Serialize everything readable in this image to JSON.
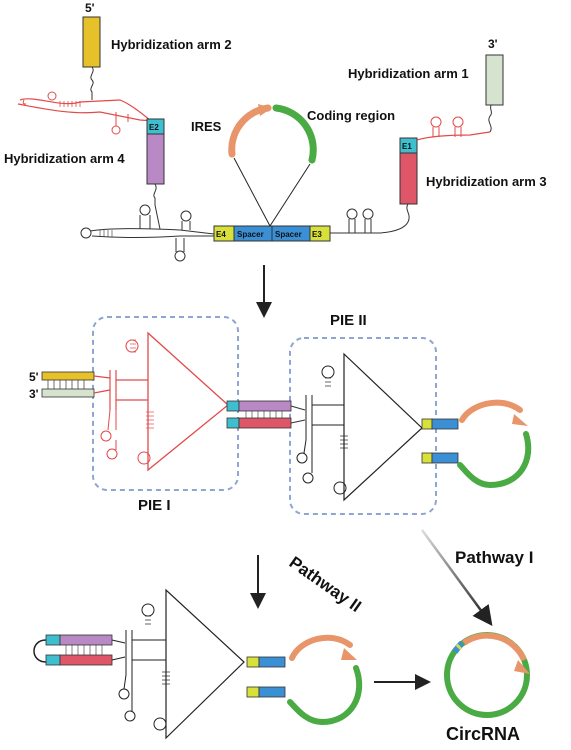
{
  "top": {
    "arm2_end": "5'",
    "arm1_end": "3'",
    "arm2": "Hybridization arm 2",
    "arm1": "Hybridization arm 1",
    "arm4": "Hybridization arm  4",
    "arm3": "Hybridization arm  3",
    "ires": "IRES",
    "coding": "Coding region",
    "e1": "E1",
    "e2": "E2",
    "e3": "E3",
    "e4": "E4",
    "spacer1": "Spacer",
    "spacer2": "Spacer"
  },
  "middle": {
    "pie1": "PIE I",
    "pie2": "PIE II",
    "end5": "5'",
    "end3": "3'"
  },
  "bottom": {
    "pathway1": "Pathway I",
    "pathway2": "Pathway II",
    "product": "CircRNA"
  },
  "colors": {
    "arm2": "#e6c12a",
    "arm1": "#d5e3cf",
    "arm4": "#b889c4",
    "arm3": "#de5668",
    "exon": "#3ebfd0",
    "spacer": "#3b8fd4",
    "e3e4": "#d8e03a",
    "ires": "#e8956a",
    "coding": "#4aaa44",
    "pie1_line": "#e24a4a",
    "box": "#8fa6d2"
  }
}
